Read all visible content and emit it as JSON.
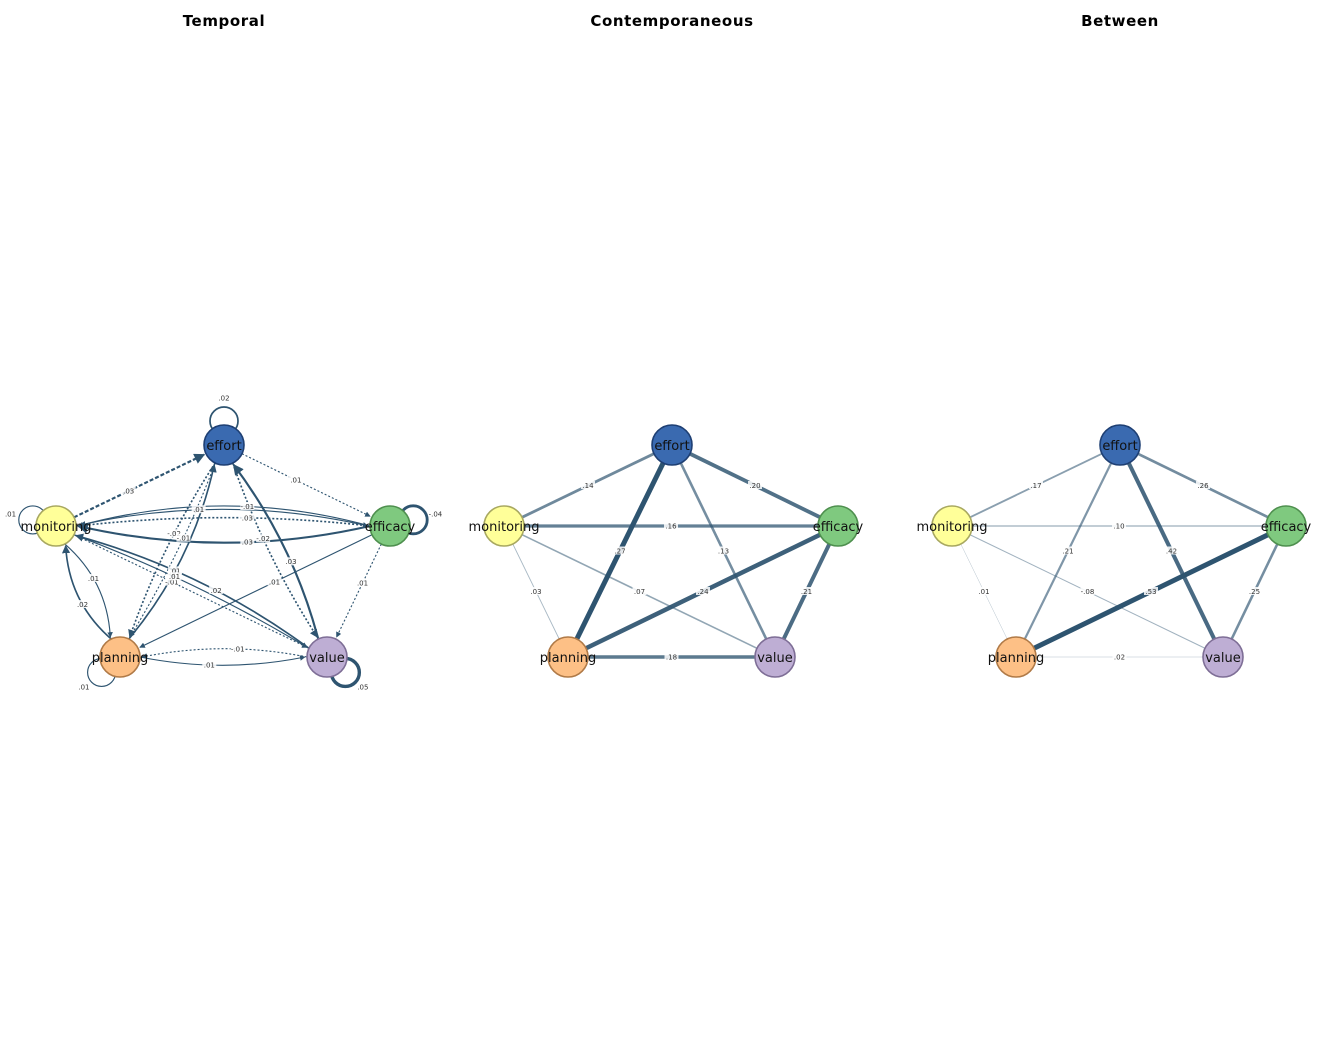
{
  "colors": {
    "edge": "#2E5470",
    "effort": "#3A6AB0",
    "efficacy": "#7FC97F",
    "value": "#BEAED4",
    "planning": "#FDC086",
    "monitoring": "#FFFF99"
  },
  "nodes": [
    {
      "id": "effort",
      "label": "effort",
      "color": "#3A6AB0",
      "border": "#1E3F73"
    },
    {
      "id": "efficacy",
      "label": "efficacy",
      "color": "#7FC97F",
      "border": "#4E8F4E"
    },
    {
      "id": "value",
      "label": "value",
      "color": "#BEAED4",
      "border": "#7E6E96"
    },
    {
      "id": "planning",
      "label": "planning",
      "color": "#FDC086",
      "border": "#B07A47"
    },
    {
      "id": "monitoring",
      "label": "monitoring",
      "color": "#FFFF99",
      "border": "#A8A860"
    }
  ],
  "panels": [
    {
      "id": "temporal",
      "title": "Temporal",
      "directed": true,
      "edges": [
        {
          "from": "monitoring",
          "to": "effort",
          "label": ".03",
          "weight": 0.03,
          "dashed": true,
          "curve": 0
        },
        {
          "from": "effort",
          "to": "efficacy",
          "label": ".01",
          "weight": 0.01,
          "dashed": true,
          "curve": 0
        },
        {
          "from": "efficacy",
          "to": "monitoring",
          "label": ".03",
          "weight": 0.03,
          "dashed": false,
          "curve": -0.1
        },
        {
          "from": "monitoring",
          "to": "efficacy",
          "label": ".01",
          "weight": 0.01,
          "dashed": false,
          "curve": -0.1
        },
        {
          "from": "efficacy",
          "to": "monitoring",
          "label": ".03",
          "weight": 0.02,
          "dashed": true,
          "curve": 0.05
        },
        {
          "from": "planning",
          "to": "effort",
          "label": ".01",
          "weight": 0.02,
          "dashed": false,
          "curve": 0.1
        },
        {
          "from": "effort",
          "to": "planning",
          "label": "-.02",
          "weight": 0.02,
          "dashed": true,
          "curve": 0.05
        },
        {
          "from": "value",
          "to": "effort",
          "label": ".03",
          "weight": 0.03,
          "dashed": false,
          "curve": 0.08
        },
        {
          "from": "effort",
          "to": "value",
          "label": "-.02",
          "weight": 0.02,
          "dashed": true,
          "curve": 0.05
        },
        {
          "from": "planning",
          "to": "monitoring",
          "label": ".02",
          "weight": 0.02,
          "dashed": false,
          "curve": -0.15
        },
        {
          "from": "monitoring",
          "to": "planning",
          "label": ".01",
          "weight": 0.01,
          "dashed": false,
          "curve": -0.15
        },
        {
          "from": "value",
          "to": "monitoring",
          "label": ".02",
          "weight": 0.02,
          "dashed": false,
          "curve": 0.08
        },
        {
          "from": "monitoring",
          "to": "value",
          "label": "-.01",
          "weight": 0.01,
          "dashed": true,
          "curve": 0
        },
        {
          "from": "efficacy",
          "to": "value",
          "label": ".01",
          "weight": 0.01,
          "dashed": true,
          "curve": 0
        },
        {
          "from": "efficacy",
          "to": "planning",
          "label": ".01",
          "weight": 0.01,
          "dashed": false,
          "curve": 0
        },
        {
          "from": "planning",
          "to": "value",
          "label": ".01",
          "weight": 0.01,
          "dashed": false,
          "curve": 0.08
        },
        {
          "from": "value",
          "to": "planning",
          "label": "-.01",
          "weight": 0.01,
          "dashed": true,
          "curve": 0.08
        },
        {
          "from": "monitoring",
          "to": "value",
          "label": ".01",
          "weight": 0.01,
          "dashed": false,
          "curve": -0.04
        },
        {
          "from": "effort",
          "to": "planning",
          "label": "-.01",
          "weight": 0.01,
          "dashed": true,
          "curve": -0.04
        },
        {
          "from": "efficacy",
          "to": "monitoring",
          "label": "-.01",
          "weight": 0.01,
          "dashed": false,
          "curve": 0.12
        }
      ],
      "loops": [
        {
          "node": "effort",
          "label": ".02",
          "weight": 0.02
        },
        {
          "node": "efficacy",
          "label": "-.04",
          "weight": 0.04
        },
        {
          "node": "value",
          "label": ".05",
          "weight": 0.05
        },
        {
          "node": "planning",
          "label": ".01",
          "weight": 0.01
        },
        {
          "node": "monitoring",
          "label": ".01",
          "weight": 0.01
        }
      ]
    },
    {
      "id": "contemporaneous",
      "title": "Contemporaneous",
      "directed": false,
      "edges": [
        {
          "from": "effort",
          "to": "monitoring",
          "label": ".14",
          "weight": 0.14
        },
        {
          "from": "effort",
          "to": "efficacy",
          "label": ".20",
          "weight": 0.2
        },
        {
          "from": "effort",
          "to": "planning",
          "label": ".27",
          "weight": 0.27
        },
        {
          "from": "effort",
          "to": "value",
          "label": ".13",
          "weight": 0.13
        },
        {
          "from": "monitoring",
          "to": "efficacy",
          "label": ".16",
          "weight": 0.16
        },
        {
          "from": "monitoring",
          "to": "planning",
          "label": ".03",
          "weight": 0.03
        },
        {
          "from": "monitoring",
          "to": "value",
          "label": ".07",
          "weight": 0.07
        },
        {
          "from": "efficacy",
          "to": "planning",
          "label": ".24",
          "weight": 0.24
        },
        {
          "from": "efficacy",
          "to": "value",
          "label": ".21",
          "weight": 0.21
        },
        {
          "from": "planning",
          "to": "value",
          "label": ".18",
          "weight": 0.18
        }
      ],
      "loops": []
    },
    {
      "id": "between",
      "title": "Between",
      "directed": false,
      "edges": [
        {
          "from": "effort",
          "to": "monitoring",
          "label": ".17",
          "weight": 0.17
        },
        {
          "from": "effort",
          "to": "efficacy",
          "label": ".26",
          "weight": 0.26
        },
        {
          "from": "effort",
          "to": "planning",
          "label": ".21",
          "weight": 0.21
        },
        {
          "from": "effort",
          "to": "value",
          "label": ".42",
          "weight": 0.42
        },
        {
          "from": "monitoring",
          "to": "efficacy",
          "label": ".10",
          "weight": 0.1
        },
        {
          "from": "monitoring",
          "to": "planning",
          "label": ".01",
          "weight": 0.01
        },
        {
          "from": "monitoring",
          "to": "value",
          "label": "-.08",
          "weight": 0.08
        },
        {
          "from": "efficacy",
          "to": "planning",
          "label": ".53",
          "weight": 0.53
        },
        {
          "from": "efficacy",
          "to": "value",
          "label": ".25",
          "weight": 0.25
        },
        {
          "from": "planning",
          "to": "value",
          "label": ".02",
          "weight": 0.02
        }
      ],
      "loops": []
    }
  ]
}
